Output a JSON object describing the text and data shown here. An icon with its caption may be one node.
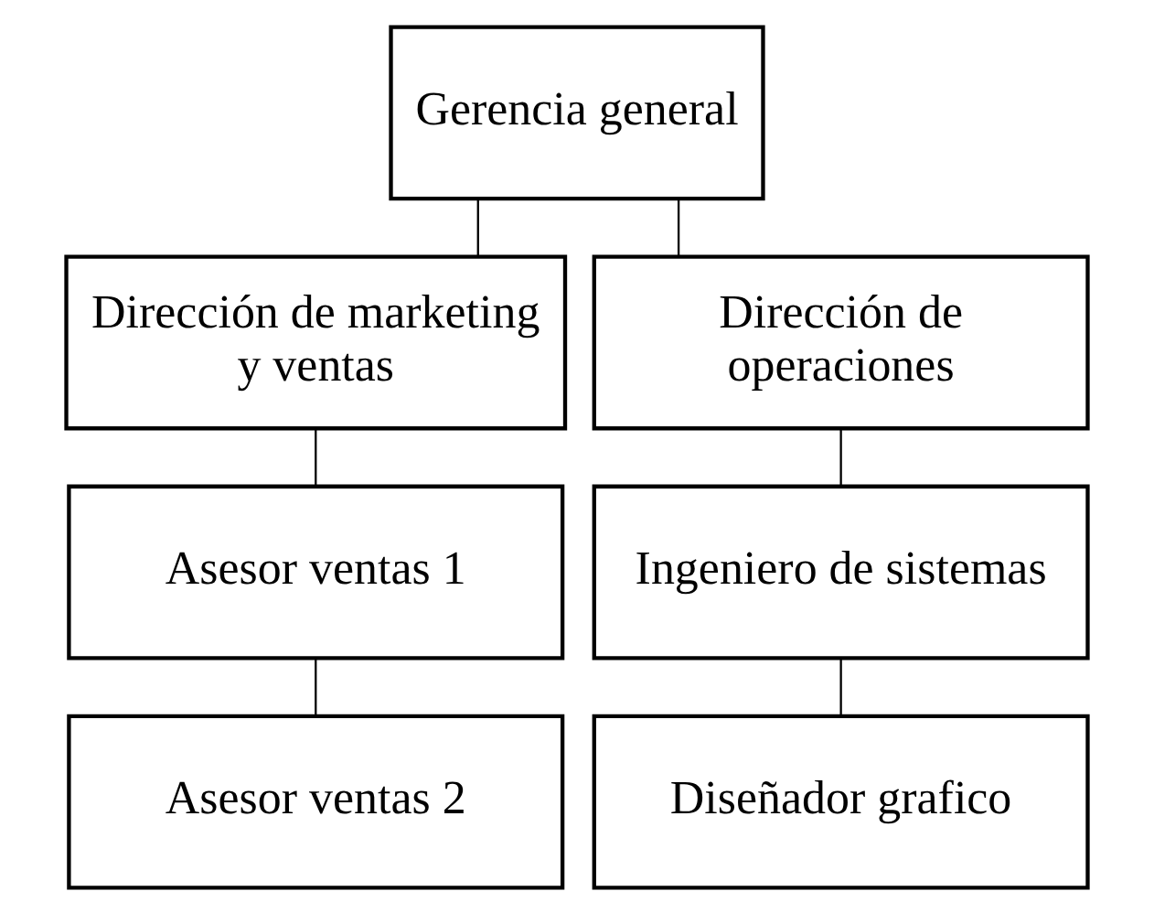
{
  "diagram": {
    "nodes": [
      {
        "text": [
          "Gerencia general"
        ]
      },
      {
        "text": [
          "Dirección de marketing y ventas"
        ]
      },
      {
        "text": [
          "Dirección de operaciones"
        ]
      },
      {
        "text": [
          "Asesor ventas 1"
        ]
      },
      {
        "text": [
          "Ingeniero de sistemas"
        ]
      },
      {
        "text": [
          "Asesor ventas 2"
        ]
      },
      {
        "text": [
          "Diseñador grafico"
        ]
      }
    ],
    "edges": [
      {
        "from": 0,
        "to": 1,
        "arrow": "none"
      },
      {
        "from": 0,
        "to": 2,
        "arrow": "none"
      },
      {
        "from": 1,
        "to": 3,
        "arrow": "none"
      },
      {
        "from": 3,
        "to": 5,
        "arrow": "none"
      },
      {
        "from": 2,
        "to": 4,
        "arrow": "none"
      },
      {
        "from": 4,
        "to": 6,
        "arrow": "none"
      }
    ]
  }
}
